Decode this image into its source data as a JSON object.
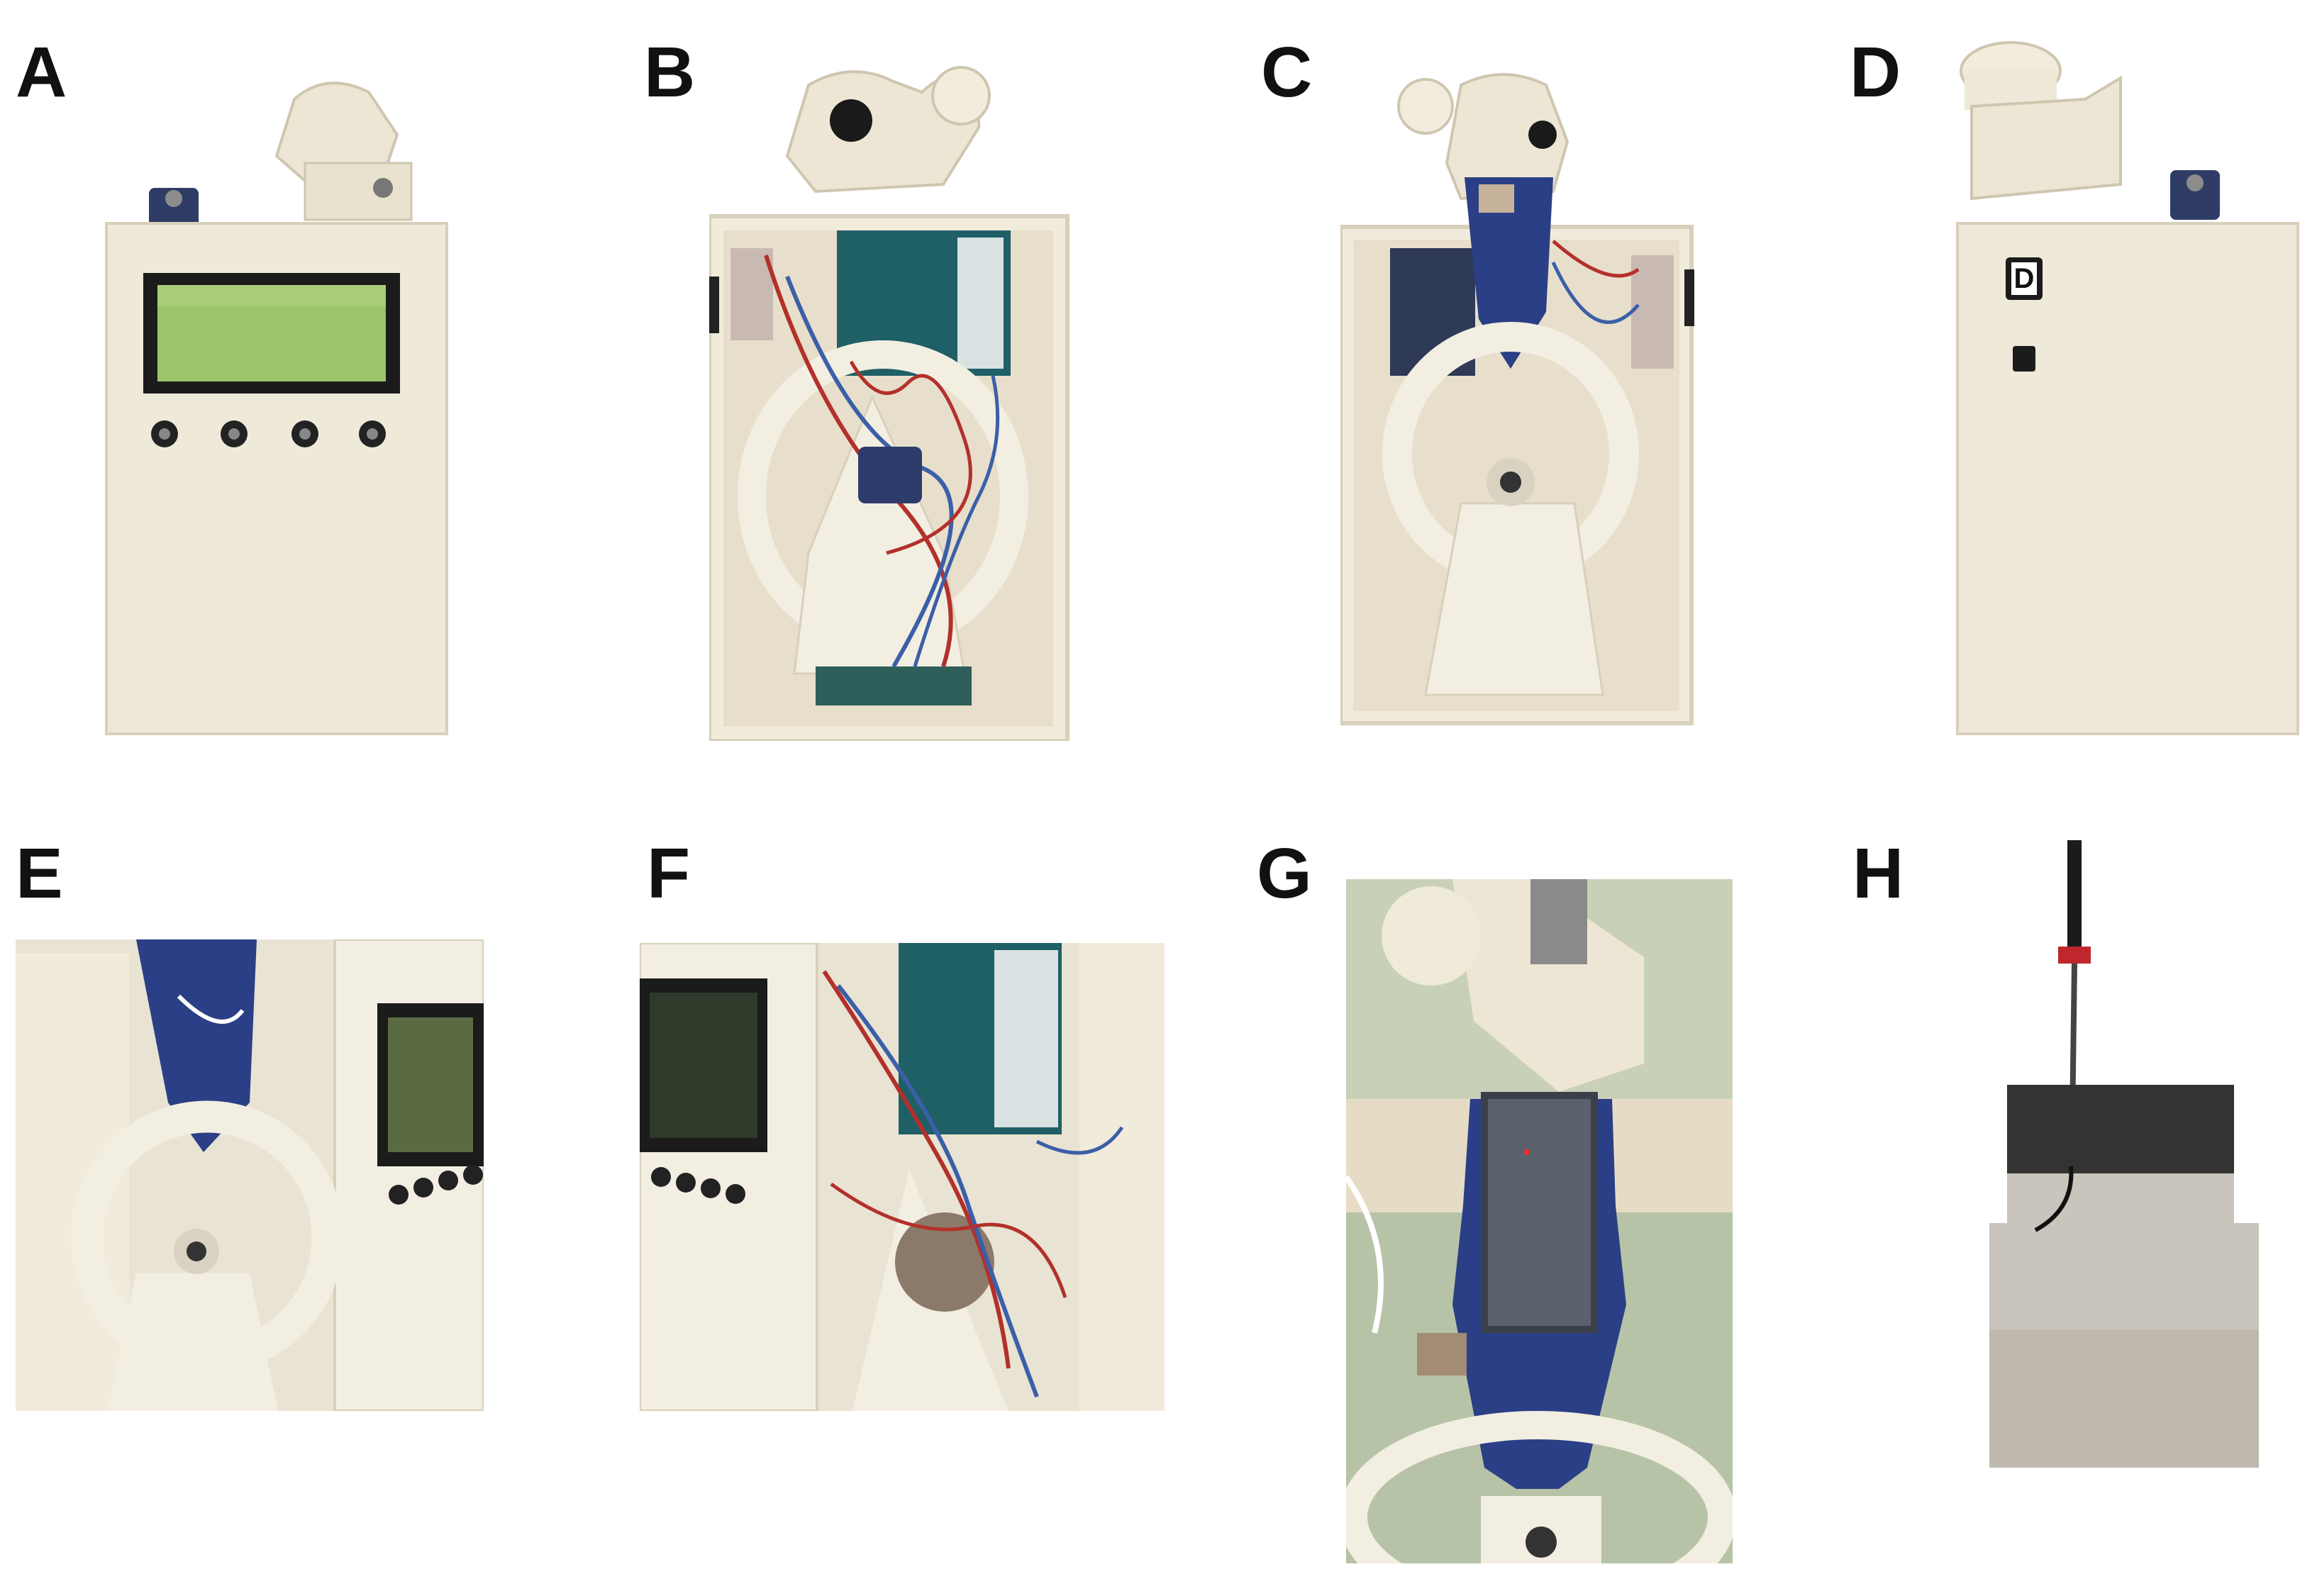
{
  "figure": {
    "panel_labels": [
      "A",
      "B",
      "C",
      "D",
      "E",
      "F",
      "G",
      "H"
    ],
    "lcd_marking": "D"
  },
  "colors": {
    "case": "#efe9d9",
    "case_shadow": "#d8d0bb",
    "lcd_bezel": "#1b1b1b",
    "lcd_screen": "#9cc46a",
    "board": "#1f5f66",
    "cradle_blue": "#2b3f86",
    "wire_red": "#b3302b",
    "wire_blue": "#3b5fa8",
    "specimen_metal": "#c9c4bc"
  }
}
